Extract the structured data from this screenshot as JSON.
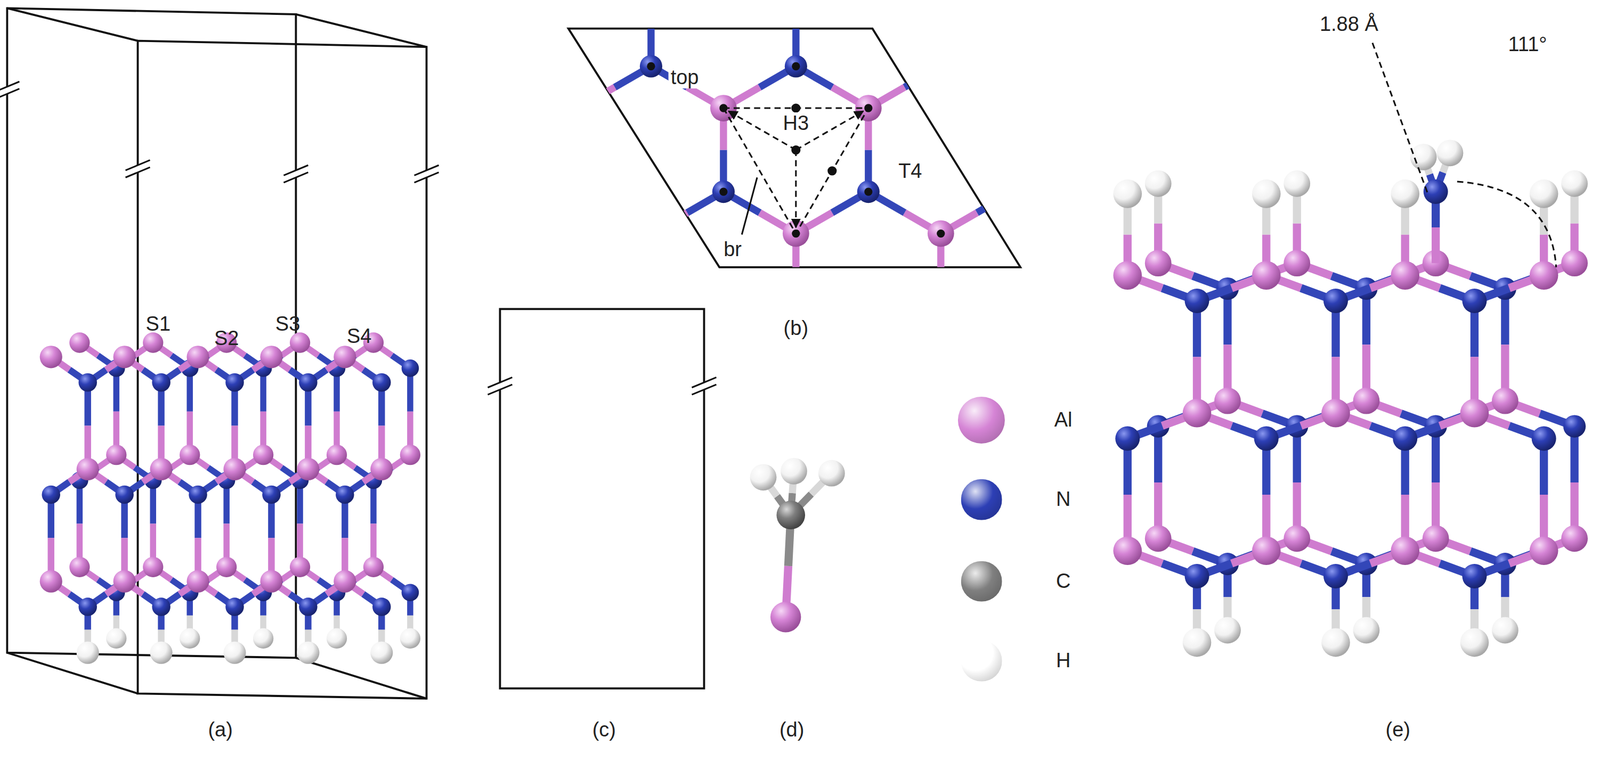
{
  "diagram": {
    "labels": [
      "S1",
      "S2",
      "S3",
      "S4",
      "top",
      "H3",
      "T4",
      "br",
      "(b)",
      "1.88 Å",
      "111°",
      "(c)",
      "(d)",
      "(a)",
      "(e)"
    ],
    "legend": [
      {
        "text": "Al",
        "color": "#d584d5"
      },
      {
        "text": "N",
        "color": "#2d3fb5"
      },
      {
        "text": "C",
        "color": "#7f7f7f"
      },
      {
        "text": "H",
        "color": "#ffffff"
      }
    ]
  }
}
